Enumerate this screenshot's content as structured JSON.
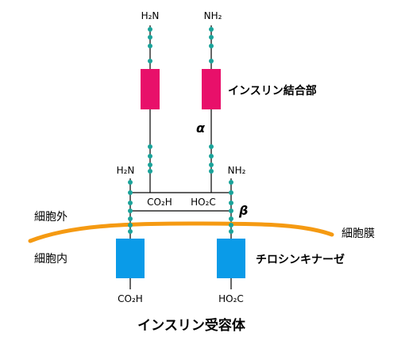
{
  "labels": {
    "alpha_n_terminus_left": "H₂N",
    "alpha_n_terminus_right": "NH₂",
    "beta_n_terminus_left": "H₂N",
    "beta_n_terminus_right": "NH₂",
    "alpha_c_terminus_left": "CO₂H",
    "alpha_c_terminus_right": "HO₂C",
    "beta_c_terminus_left": "CO₂H",
    "beta_c_terminus_right": "HO₂C",
    "insulin_binding_site": "インスリン結合部",
    "alpha": "α",
    "beta": "β",
    "extracellular": "細胞外",
    "intracellular": "細胞内",
    "cell_membrane": "細胞膜",
    "tyrosine_kinase": "チロシンキナーゼ",
    "title": "インスリン受容体"
  },
  "colors": {
    "binding_domain": "#e8106a",
    "kinase_domain": "#0a9be8",
    "membrane": "#f59a12",
    "bead": "#1aa39a",
    "line": "#000000"
  }
}
